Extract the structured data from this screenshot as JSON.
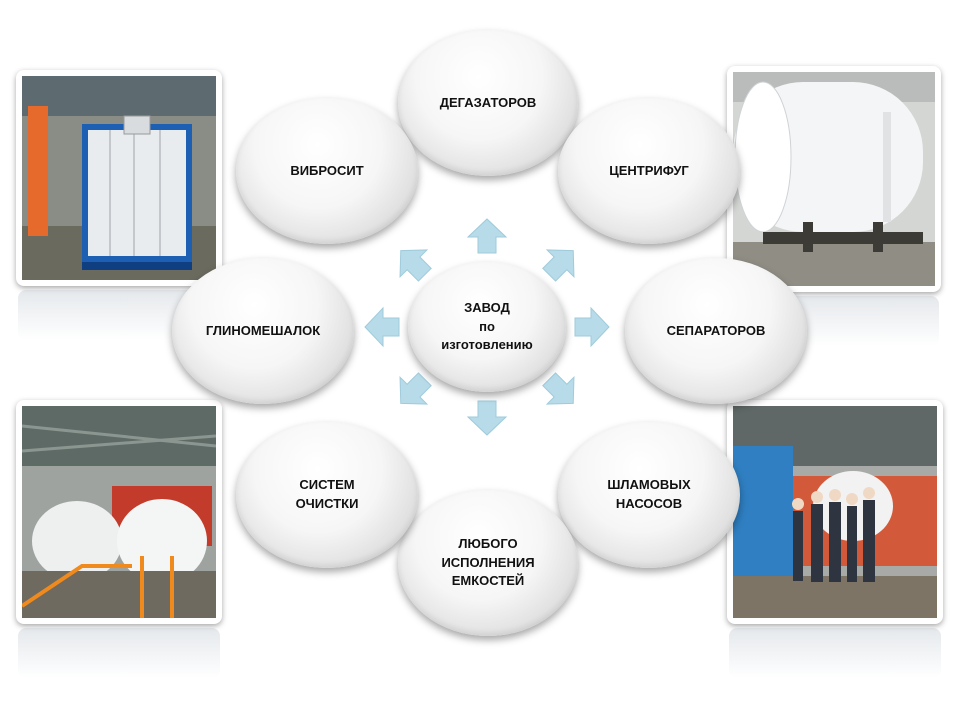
{
  "center": {
    "title": "ЗАВОД",
    "line1": "по",
    "line2": "изготовлению"
  },
  "nodes": {
    "degazators": "ДЕГАЗАТОРОВ",
    "centrifuges": "ЦЕНТРИФУГ",
    "separators": "СЕПАРАТОРОВ",
    "slurry_pumps": "ШЛАМОВЫХ\nНАСОСОВ",
    "tanks": "ЛЮБОГО\nИСПОЛНЕНИЯ\nЕМКОСТЕЙ",
    "cleaning_systems": "СИСТЕМ\nОЧИСТКИ",
    "mud_mixers": "ГЛИНОМЕШАЛОК",
    "vibrosieves": "ВИБРОСИТ"
  },
  "colors": {
    "arrow": "#b7dbe8",
    "arrow_edge": "#9fcbdc",
    "bubble_shadow": "#c8c8c8"
  },
  "photos": [
    {
      "name": "mobile-cabin-photo",
      "subject": "blue-framed modular cabin in workshop"
    },
    {
      "name": "horizontal-tank-photo",
      "subject": "white horizontal tank on skid"
    },
    {
      "name": "tanks-workshop-photo",
      "subject": "white tanks with orange rails in workshop"
    },
    {
      "name": "staff-group-photo",
      "subject": "group of people in front of tank in workshop"
    }
  ]
}
